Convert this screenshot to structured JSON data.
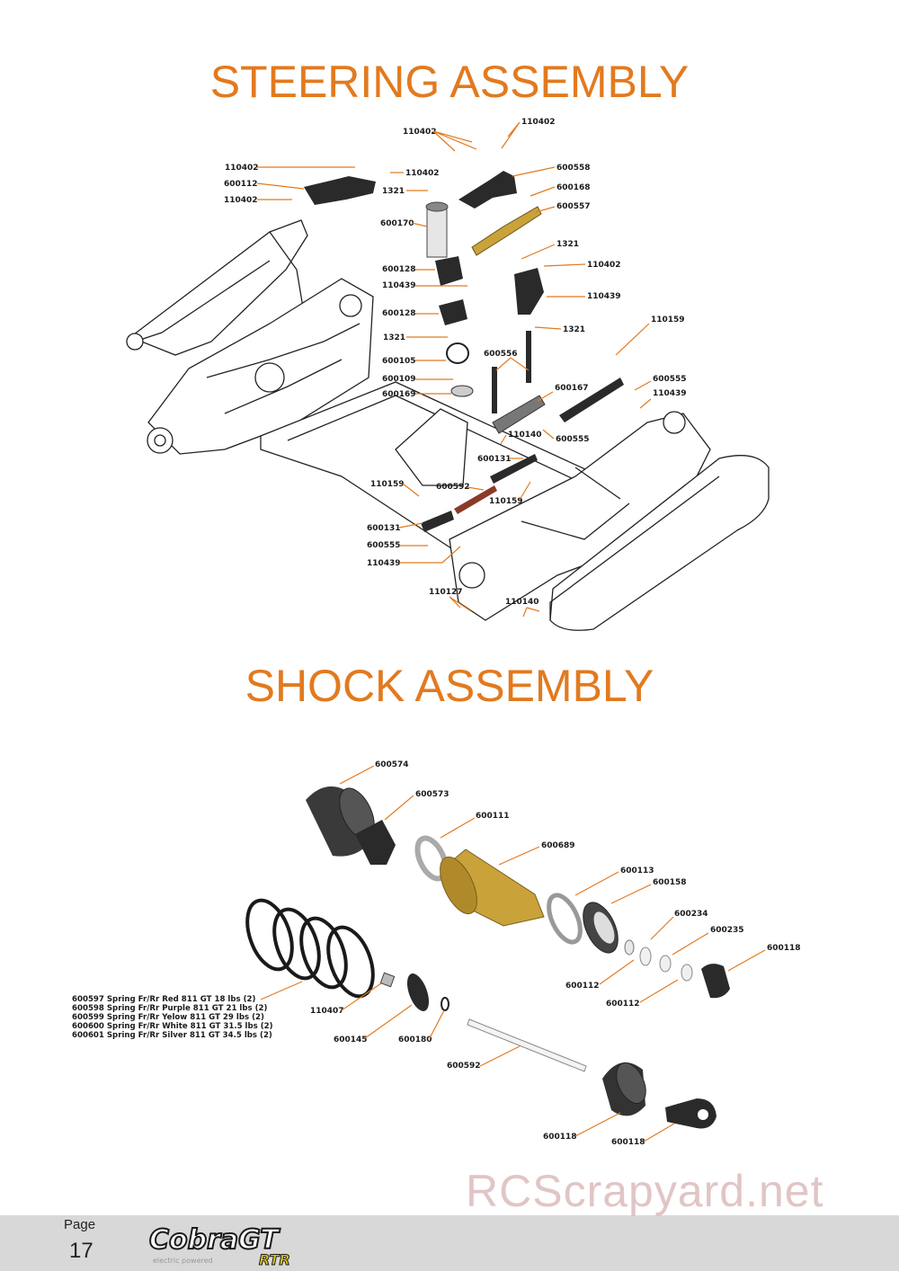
{
  "steering": {
    "title": "STEERING ASSEMBLY",
    "labels": {
      "l110402a": "110402",
      "l110402b": "110402",
      "l110402c": "110402",
      "l110402d": "110402",
      "l110402e": "110402",
      "l110402f": "110402",
      "l600112": "600112",
      "l1321a": "1321",
      "l600558": "600558",
      "l600168": "600168",
      "l600557": "600557",
      "l600170": "600170",
      "l1321b": "1321",
      "l600128a": "600128",
      "l110439a": "110439",
      "l110439b": "110439",
      "l600128b": "600128",
      "l1321c": "1321",
      "l1321d": "1321",
      "l110159a": "110159",
      "l600105": "600105",
      "l600556": "600556",
      "l600109": "600109",
      "l600555a": "600555",
      "l600167": "600167",
      "l110439c": "110439",
      "l600169": "600169",
      "l110140a": "110140",
      "l600555b": "600555",
      "l600131a": "600131",
      "l110159b": "110159",
      "l600592": "600592",
      "l110159c": "110159",
      "l600131b": "600131",
      "l600555c": "600555",
      "l110439d": "110439",
      "l110127": "110127",
      "l110140b": "110140"
    }
  },
  "shock": {
    "title": "SHOCK ASSEMBLY",
    "labels": {
      "l600574": "600574",
      "l600573": "600573",
      "l600111": "600111",
      "l600689": "600689",
      "l600113": "600113",
      "l600158": "600158",
      "l600234": "600234",
      "l600235": "600235",
      "l600118a": "600118",
      "l600112a": "600112",
      "l600112b": "600112",
      "l110407": "110407",
      "l600145": "600145",
      "l600180": "600180",
      "l600592": "600592",
      "l600118b": "600118",
      "l600118c": "600118"
    },
    "springs": [
      "600597 Spring Fr/Rr Red 811 GT 18 lbs (2)",
      "600598 Spring Fr/Rr Purple 811 GT 21 lbs (2)",
      "600599 Spring Fr/Rr Yelow 811 GT 29 lbs (2)",
      "600600 Spring Fr/Rr White 811 GT 31.5 lbs (2)",
      "600601 Spring Fr/Rr Silver 811 GT 34.5 lbs (2)"
    ]
  },
  "footer": {
    "page_label": "Page",
    "page_number": "17",
    "logo_text": "CobraGT",
    "logo_sub": "RTR",
    "logo_tag": "electric powered",
    "watermark": "RCScrapyard.net"
  },
  "colors": {
    "accent": "#e27a1f",
    "part_dark": "#2a2a2a",
    "gold": "#c9a23a",
    "grey_bar": "#d8d8d8"
  }
}
